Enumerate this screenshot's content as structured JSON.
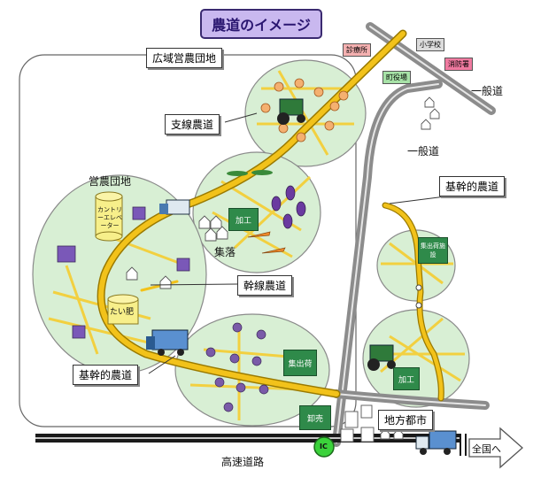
{
  "title": "農道のイメージ",
  "labels": {
    "wide_area_farm": "広域営農団地",
    "branch_farm_road": "支線農道",
    "farm_complex": "営農団地",
    "settlement": "集落",
    "trunk_farm_road": "幹線農道",
    "core_farm_road_left": "基幹的農道",
    "core_farm_road_right": "基幹的農道",
    "general_road_top": "一般道",
    "general_road_mid": "一般道",
    "local_city": "地方都市",
    "expressway": "高速道路",
    "ic": "IC",
    "nationwide": "全国へ"
  },
  "facilities": {
    "clinic": "診療所",
    "elementary_school": "小学校",
    "fire_station": "消防署",
    "town_hall": "町役場",
    "country_elevator": "カントリーエレベーター",
    "compost": "たい肥",
    "processing_left": "加工",
    "processing_right": "加工",
    "shipping_left": "集出荷",
    "shipping_right": "集出荷施設",
    "wholesale": "卸売"
  },
  "colors": {
    "road_farm": "#f2c21a",
    "road_general": "#9a9a9a",
    "field": "#d6ecd2",
    "title_bg": "#c9b8ef"
  }
}
